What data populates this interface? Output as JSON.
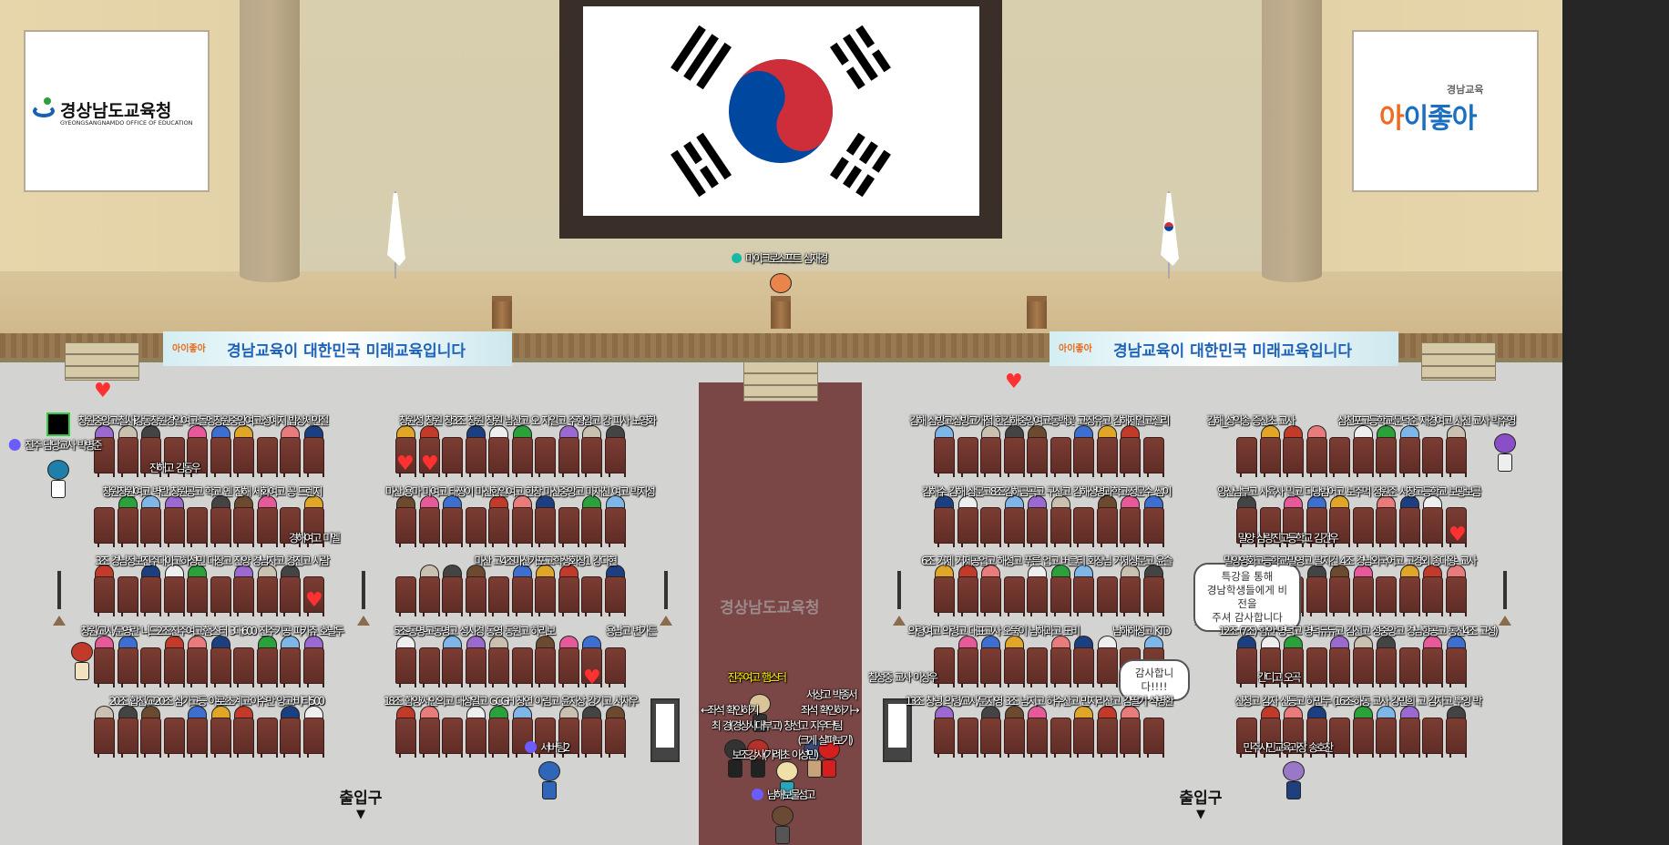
{
  "scene": {
    "left_logo": {
      "name": "경상남도교육청",
      "subtitle": "GYEONGSANGNAMDO OFFICE OF EDUCATION"
    },
    "right_logo": {
      "top": "경남교육",
      "name": "아이좋아"
    },
    "banner_left": {
      "mini": "아이좋아",
      "text": "경남교육이 대한민국 미래교육입니다"
    },
    "banner_right": {
      "mini": "아이좋아",
      "text": "경남교육이 대한민국 미래교육입니다"
    },
    "floor_logo": "경상남도교육청",
    "exit_left": "출입구",
    "exit_right": "출입구"
  },
  "speaker": "마이크로소프트 심재경",
  "row_labels": {
    "block_ll": [
      "창원중앙고:철새i강동창원경일여고:돌멩창원중앙여고:성예지 밥상세인절",
      "창원창원여고 벽란 창원공고 학교 옌 진해 세화여고 꽁 드렌지",
      "3조 경남정보진주대아고하성민 대장고 진양 경남자고 경진고 사람",
      "창원/교사/문영란 니드2조:진주여고:햄스터 3대600 진주기공 피카츄 호날두",
      "20조 합천/교20조 삼가고등 야로:초계고:이수만 양고:비티500"
    ],
    "block_lc": [
      "창원성 창원 창3조 창원 창원 남산고 오 자일고 주형암고 강 피사 노영화",
      "마산 용마 마여고 태짱이 마산한일여고 한창 마산중앙고 마재친 여고 박지성",
      "마산 고4조마산가포고:학생회장1 강다현",
      "5조-동명-고동명고 성시경 동영 동원고 하리보",
      "18조 함양/서안의고 대성일고 GCGH 창연 아림고 윤지상 강기고 서재우"
    ],
    "block_rc": [
      "김해 삼방고:삼방고개척 한김해중앙여고:동백꽃 고:장유고 김해제일고:젤리",
      "김해수 김해 삼문고8조:김해금곡고 구산고 김해생명과학고:정문수 쌤이",
      "6조 거제 거제공업고 해성고 푸른 업고 버블티 회장님 거제상문고 윤슬",
      "의령여고 의령고 대표교사 오뚝이 남해과고 도비",
      "13조 창녕 의령/교사/문지영 3조 남지고 허수산고 민지리산고 김딸기 석병환"
    ],
    "block_rr": [
      "삼천포고등학교:문덕준 재경여고 사천 교사 박주영",
      "양산남부고 사육사 밀고 다당범어고 보주먹 정원준 서창고등학교 보광보금",
      "밀양영화고등학교:밀영고 팔지건 4조 경남외국어고 고경외 종대왕- 교사",
      "12조 (7조) 함안 명덕고 명덕듀듀고 김선고 성중앙고 경남항공고 동선4조 고성)",
      "산청고 감자 신등고 하만두 (16조-하동 교사 강민희 고 감자고 뿌잉 박"
    ]
  },
  "name_tags": {
    "teacher_jinju": "진주 담당교사 박병준",
    "jinhae": "진해고 김동우",
    "gyeonghae": "경해여고 미멜",
    "server_team": "서버팀2",
    "chilseong": "칠성중 교사 이상우",
    "hamster": "진주여고 햄스터",
    "seat_check_left": "←좌석 확인하기",
    "seosang": "서상고 박종서",
    "seat_check_right": "좌석 확인하기→",
    "choi": "최 경(경상사대부고) 창선고 지우터팀",
    "zoom_view": "(크게 살펴보기)",
    "assistant": "보조강사(가례초 이성민)",
    "namhae": "남해보물섬고",
    "yongnam": "용남고 변가든",
    "namhae_seong": "남해해성고 KTD",
    "gimhae_seong": "김해_성익송 증산초 교사",
    "miryang": "밀양 삼랑진고등학교 김건우",
    "gandi": "간디고 오곡",
    "democracy": "민주시민교육과장 송호찬"
  },
  "bubbles": {
    "thanks_long": [
      "특강을 통해",
      "경남학생들에게 비전을",
      "주셔 감사합니다"
    ],
    "thanks_short": "감사합니다!!!!"
  },
  "colors": {
    "carpet": "#7a4646",
    "seat": "#6e352d",
    "highlight": "#fff200",
    "banner_text": "#1f63b8",
    "flag_red": "#cd2e3a",
    "flag_blue": "#0047a0"
  }
}
